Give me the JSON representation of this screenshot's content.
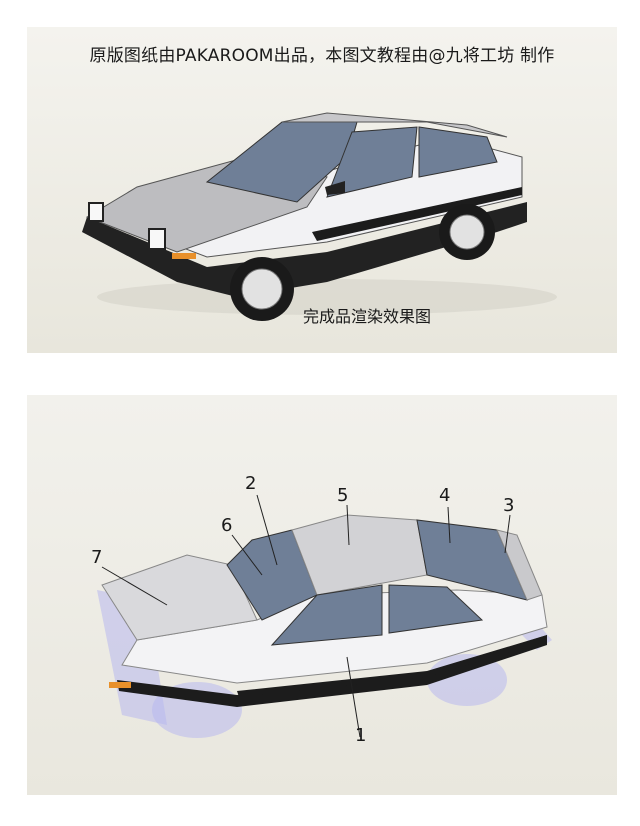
{
  "header": {
    "text": "原版图纸由PAKAROOM出品，本图文教程由@九将工坊 制作"
  },
  "render_panel": {
    "caption": "完成品渲染效果图"
  },
  "diagram_panel": {
    "callouts": [
      {
        "label": "1"
      },
      {
        "label": "2"
      },
      {
        "label": "3"
      },
      {
        "label": "4"
      },
      {
        "label": "5"
      },
      {
        "label": "6"
      },
      {
        "label": "7"
      }
    ]
  },
  "colors": {
    "body_white": "#f3f3f5",
    "panel_gray": "#c9c9cc",
    "glass_blue": "#6f7f97",
    "stripe_black": "#1c1c1c",
    "translucent_parts": "#b8b8ee"
  }
}
